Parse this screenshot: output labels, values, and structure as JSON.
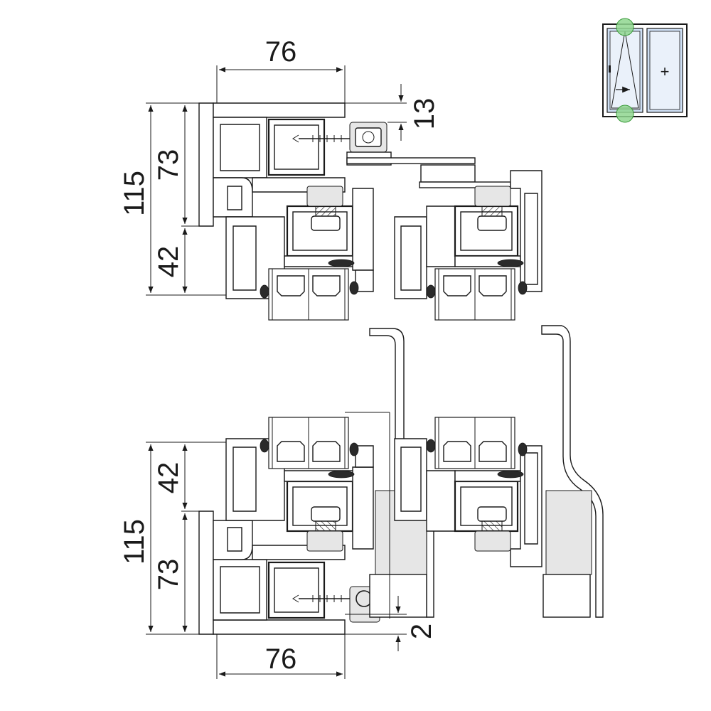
{
  "dimensions": {
    "top_width": "76",
    "top_right_offset": "13",
    "top_total_height": "115",
    "top_frame_height": "73",
    "top_sash_height": "42",
    "bottom_sash_height": "42",
    "bottom_total_height": "115",
    "bottom_frame_height": "73",
    "bottom_offset": "2",
    "bottom_width": "76"
  },
  "legend": {
    "fixed_pane_symbol": "+",
    "icon": "tilt-turn-window-icon",
    "highlight_color": "#8fd68f",
    "glass_color": "#cfe0f5"
  },
  "colors": {
    "line": "#1a1a1a",
    "gasket": "#2a2a2a",
    "hardware_grey": "#e6e6e6"
  }
}
